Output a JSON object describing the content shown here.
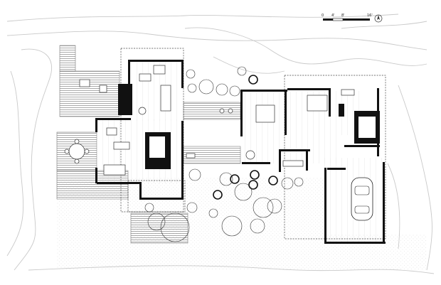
{
  "scale_bar": {
    "labels": [
      "0",
      "4'",
      "8'",
      "16'"
    ]
  },
  "north_arrow": {
    "icon": "north-arrow-icon"
  },
  "colors": {
    "ink": "#111111",
    "contour": "#c9c9c9",
    "background": "#ffffff"
  }
}
